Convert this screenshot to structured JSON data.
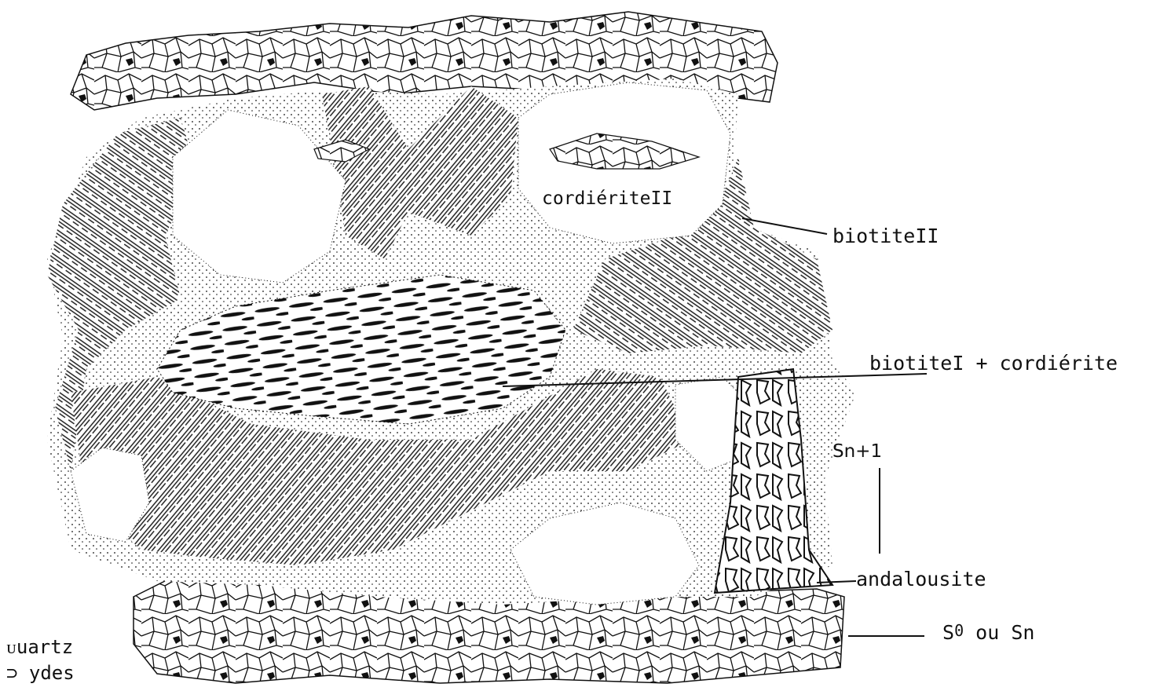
{
  "labels": {
    "cordierite2": "cordiériteII",
    "biotite2": "biotiteII",
    "biotite1_cordierite": "biotiteI + cordiérite",
    "sn1": "Sn+1",
    "andalousite": "andalousite",
    "s0_prefix": "S",
    "s0_sub": "0",
    "s0_suffix": " ou Sn",
    "quartz": "ᴜuartz",
    "oxydes": "⊃ ydes"
  },
  "colors": {
    "ink": "#111111",
    "paper": "#ffffff"
  }
}
